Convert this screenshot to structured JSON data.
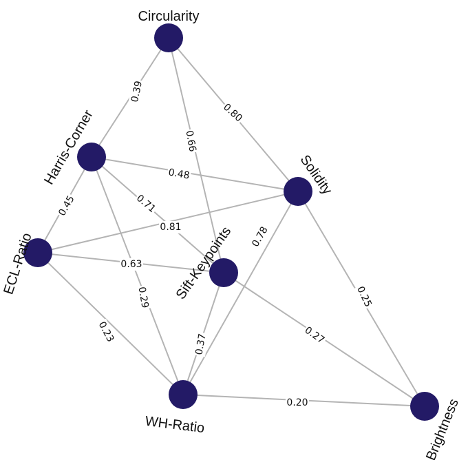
{
  "graph": {
    "node_color": "#231a66",
    "edge_color": "#b4b4b4",
    "nodes": [
      {
        "id": "circularity",
        "label": "Circularity"
      },
      {
        "id": "harris",
        "label": "Harris-Corner"
      },
      {
        "id": "solidity",
        "label": "Solidity"
      },
      {
        "id": "ecl",
        "label": "ECL-Ratio"
      },
      {
        "id": "sift",
        "label": "Sift-Keypoints"
      },
      {
        "id": "wh",
        "label": "WH-Ratio"
      },
      {
        "id": "brightness",
        "label": "Brightness"
      }
    ],
    "edges": [
      {
        "source": "circularity",
        "target": "harris",
        "weight": "0.39"
      },
      {
        "source": "circularity",
        "target": "sift",
        "weight": "0.66"
      },
      {
        "source": "circularity",
        "target": "solidity",
        "weight": "0.80"
      },
      {
        "source": "harris",
        "target": "solidity",
        "weight": "0.48"
      },
      {
        "source": "harris",
        "target": "sift",
        "weight": "0.71"
      },
      {
        "source": "harris",
        "target": "ecl",
        "weight": "0.45"
      },
      {
        "source": "harris",
        "target": "wh",
        "weight": "0.29"
      },
      {
        "source": "ecl",
        "target": "solidity",
        "weight": "0.81"
      },
      {
        "source": "ecl",
        "target": "sift",
        "weight": "0.63"
      },
      {
        "source": "ecl",
        "target": "wh",
        "weight": "0.23"
      },
      {
        "source": "solidity",
        "target": "wh",
        "weight": "0.78"
      },
      {
        "source": "solidity",
        "target": "brightness",
        "weight": "0.25"
      },
      {
        "source": "sift",
        "target": "wh",
        "weight": "0.37"
      },
      {
        "source": "sift",
        "target": "brightness",
        "weight": "0.27"
      },
      {
        "source": "wh",
        "target": "brightness",
        "weight": "0.20"
      }
    ]
  }
}
